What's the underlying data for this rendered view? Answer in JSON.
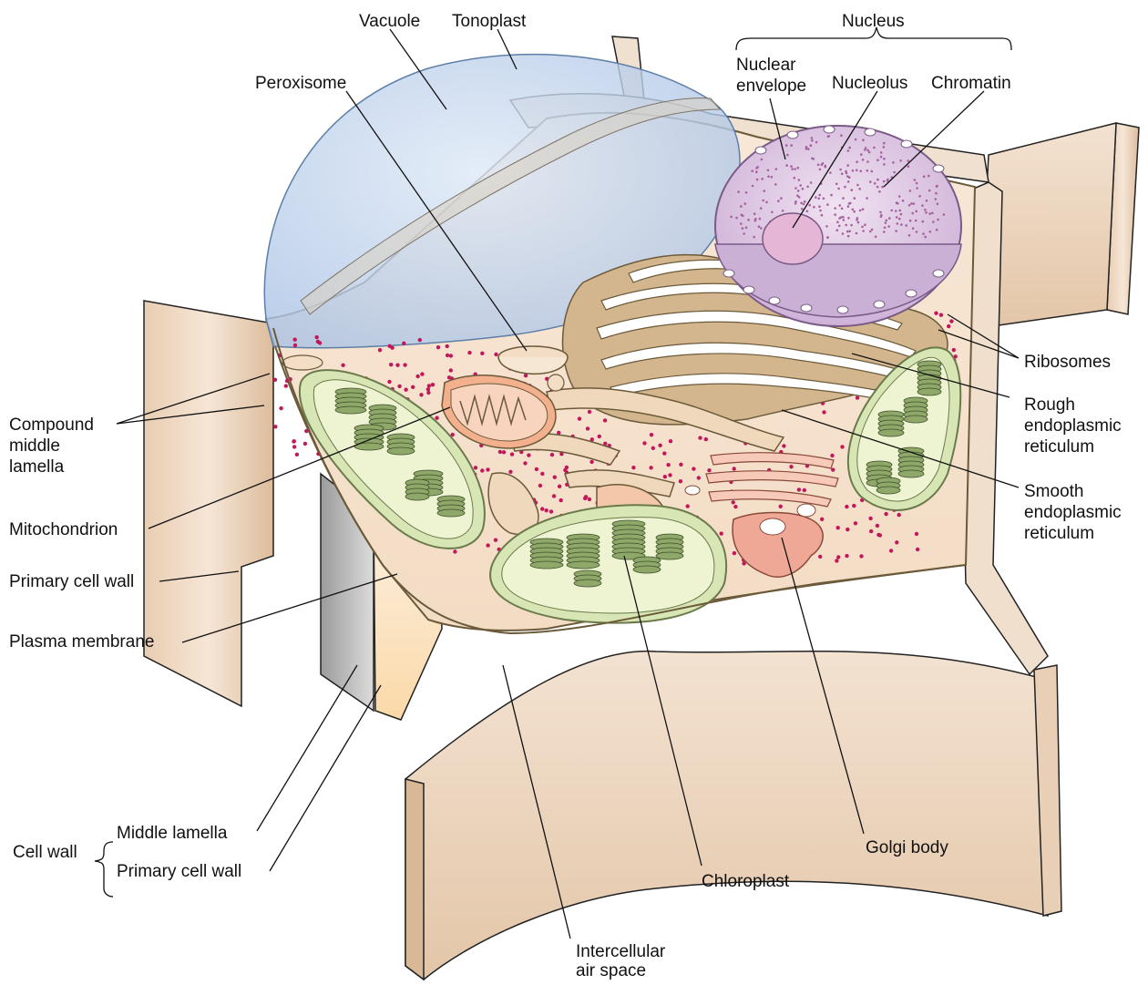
{
  "labels": {
    "vacuole": "Vacuole",
    "tonoplast": "Tonoplast",
    "nucleus": "Nucleus",
    "peroxisome": "Peroxisome",
    "nuclear_envelope_1": "Nuclear",
    "nuclear_envelope_2": "envelope",
    "nucleolus": "Nucleolus",
    "chromatin": "Chromatin",
    "ribosomes": "Ribosomes",
    "rough_er_1": "Rough",
    "rough_er_2": "endoplasmic",
    "rough_er_3": "reticulum",
    "smooth_er_1": "Smooth",
    "smooth_er_2": "endoplasmic",
    "smooth_er_3": "reticulum",
    "compound_1": "Compound",
    "compound_2": "middle",
    "compound_3": "lamella",
    "mitochondrion": "Mitochondrion",
    "primary_wall_left": "Primary cell wall",
    "plasma_membrane": "Plasma membrane",
    "cell_wall": "Cell wall",
    "middle_lamella": "Middle lamella",
    "primary_wall_bottom": "Primary cell wall",
    "golgi": "Golgi body",
    "chloroplast": "Chloroplast",
    "intercellular_1": "Intercellular",
    "intercellular_2": "air space"
  },
  "colors": {
    "wall": "#f1dcc8",
    "wall_shade": "#d9b896",
    "cytoplasm": "#f6e3cf",
    "vacuole": "#c9daf0",
    "nucleus": "#e2cde6",
    "chromatin": "#a5629f",
    "chloroplast": "#d7e6b4",
    "grana": "#8fa86a",
    "golgi": "#f2b3a0",
    "er": "#d4b68e",
    "ribosome": "#c2185b"
  }
}
